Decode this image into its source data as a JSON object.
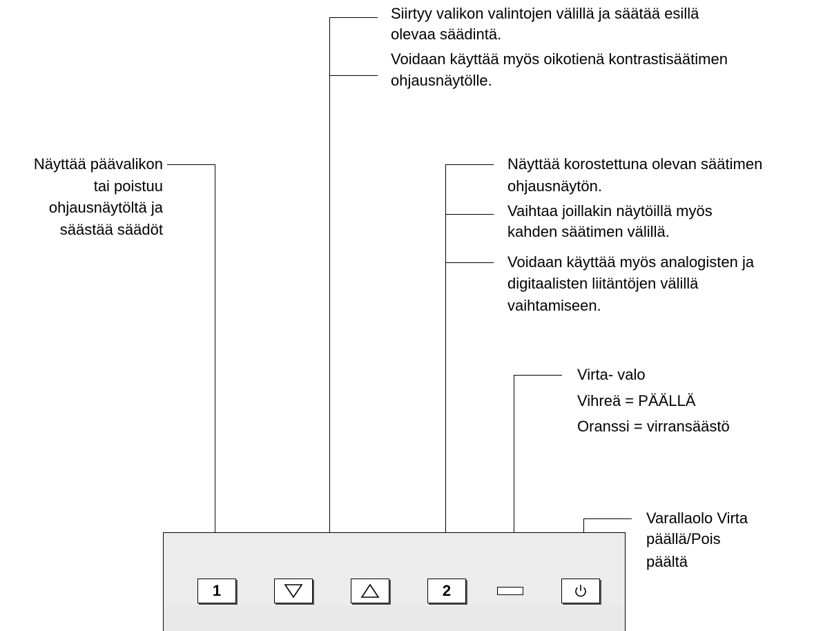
{
  "callouts": {
    "arrows_line1": "Siirtyy valikon valintojen välillä ja säätää esillä",
    "arrows_line2": "olevaa säädintä.",
    "arrows_line3": "Voidaan käyttää myös oikotienä kontrastisäätimen",
    "arrows_line4": "ohjausnäytölle.",
    "btn1_line1": "Näyttää päävalikon",
    "btn1_line2": "tai poistuu",
    "btn1_line3": "ohjausnäytöltä ja",
    "btn1_line4": "säästää säädöt",
    "btn2_line1": "Näyttää korostettuna olevan säätimen",
    "btn2_line2": "ohjausnäytön.",
    "btn2_line3": "Vaihtaa joillakin näytöillä myös",
    "btn2_line4": "kahden säätimen välillä.",
    "btn2_line5": "Voidaan käyttää myös analogisten ja",
    "btn2_line6": "digitaalisten liitäntöjen välillä",
    "btn2_line7": "vaihtamiseen.",
    "led_line1": "Virta- valo",
    "led_line2": "Vihreä = PÄÄLLÄ",
    "led_line3": "Oranssi = virransäästö",
    "power_line1": "Varallaolo Virta",
    "power_line2": "päällä/Pois",
    "power_line3": "päältä"
  },
  "buttons": {
    "menu_label": "1",
    "down_icon": "triangle-down-icon",
    "up_icon": "triangle-up-icon",
    "select_label": "2",
    "led_icon": "power-led-icon",
    "power_icon": "power-icon"
  }
}
